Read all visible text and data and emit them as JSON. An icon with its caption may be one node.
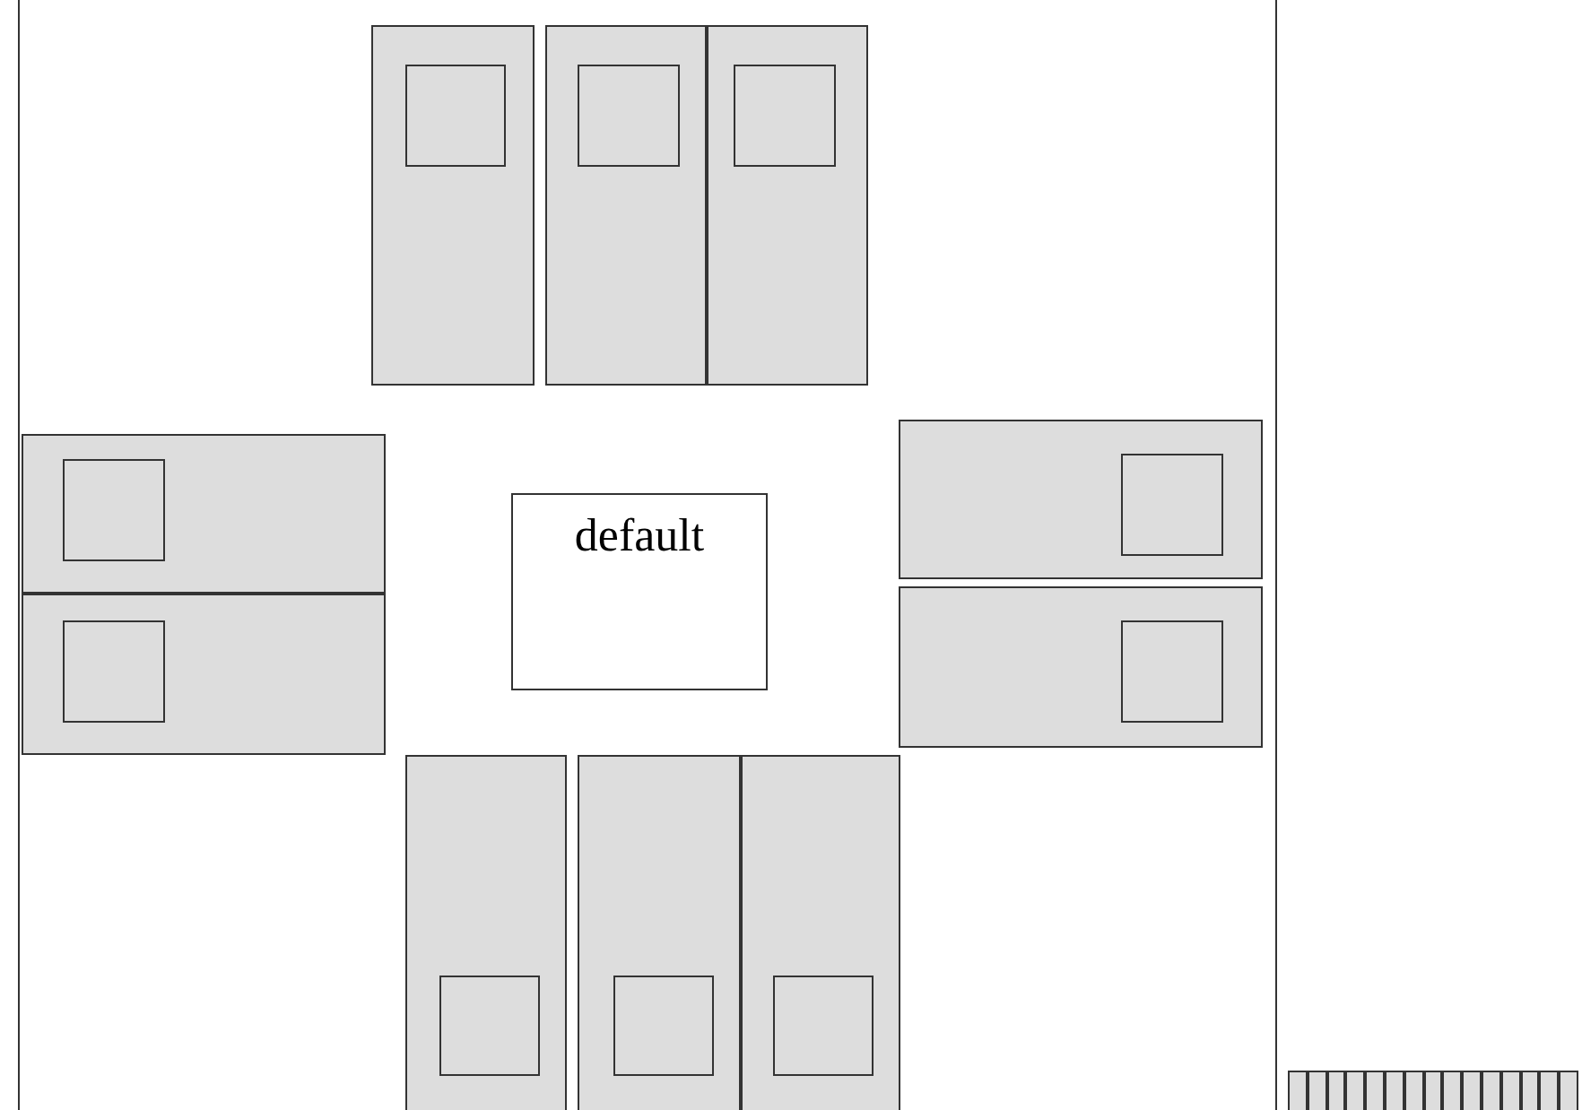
{
  "diagram": {
    "nodes": [
      {
        "text": [],
        "shape": "box"
      },
      {
        "text": [],
        "shape": "box",
        "in": 0
      },
      {
        "text": [],
        "shape": "box",
        "in": 1
      },
      {
        "text": [],
        "shape": "box",
        "in": 0
      },
      {
        "text": [],
        "shape": "box",
        "in": 3
      },
      {
        "text": [],
        "shape": "box",
        "in": 0
      },
      {
        "text": [],
        "shape": "box",
        "in": 5
      },
      {
        "text": [],
        "shape": "box",
        "in": 0
      },
      {
        "text": [],
        "shape": "box",
        "in": 7
      },
      {
        "text": [],
        "shape": "box",
        "in": 0
      },
      {
        "text": [],
        "shape": "box",
        "in": 9
      },
      {
        "text": [
          "default"
        ],
        "in": 0
      },
      {
        "text": [],
        "shape": "box",
        "in": 0
      },
      {
        "text": [],
        "shape": "box",
        "in": 12
      },
      {
        "text": [],
        "shape": "box",
        "in": 0
      },
      {
        "text": [],
        "shape": "box",
        "in": 14
      },
      {
        "text": [],
        "shape": "box",
        "in": 0
      },
      {
        "text": [],
        "shape": "box",
        "in": 16
      },
      {
        "text": [],
        "shape": "box",
        "in": 0
      },
      {
        "text": [],
        "shape": "box",
        "in": 18
      },
      {
        "text": [],
        "shape": "box",
        "in": 0
      },
      {
        "text": [],
        "shape": "box",
        "in": 20
      },
      {
        "text": [],
        "shape": "bar"
      },
      {
        "text": [],
        "shape": "bar"
      },
      {
        "text": [],
        "shape": "bar"
      },
      {
        "text": [],
        "shape": "bar"
      },
      {
        "text": [],
        "shape": "bar"
      },
      {
        "text": [],
        "shape": "bar"
      },
      {
        "text": [],
        "shape": "bar"
      },
      {
        "text": [],
        "shape": "bar"
      },
      {
        "text": [],
        "shape": "bar"
      },
      {
        "text": [],
        "shape": "bar"
      },
      {
        "text": [],
        "shape": "bar"
      },
      {
        "text": [],
        "shape": "bar"
      },
      {
        "text": [],
        "shape": "bar"
      },
      {
        "text": [],
        "shape": "bar"
      },
      {
        "text": [],
        "shape": "bar"
      }
    ]
  }
}
